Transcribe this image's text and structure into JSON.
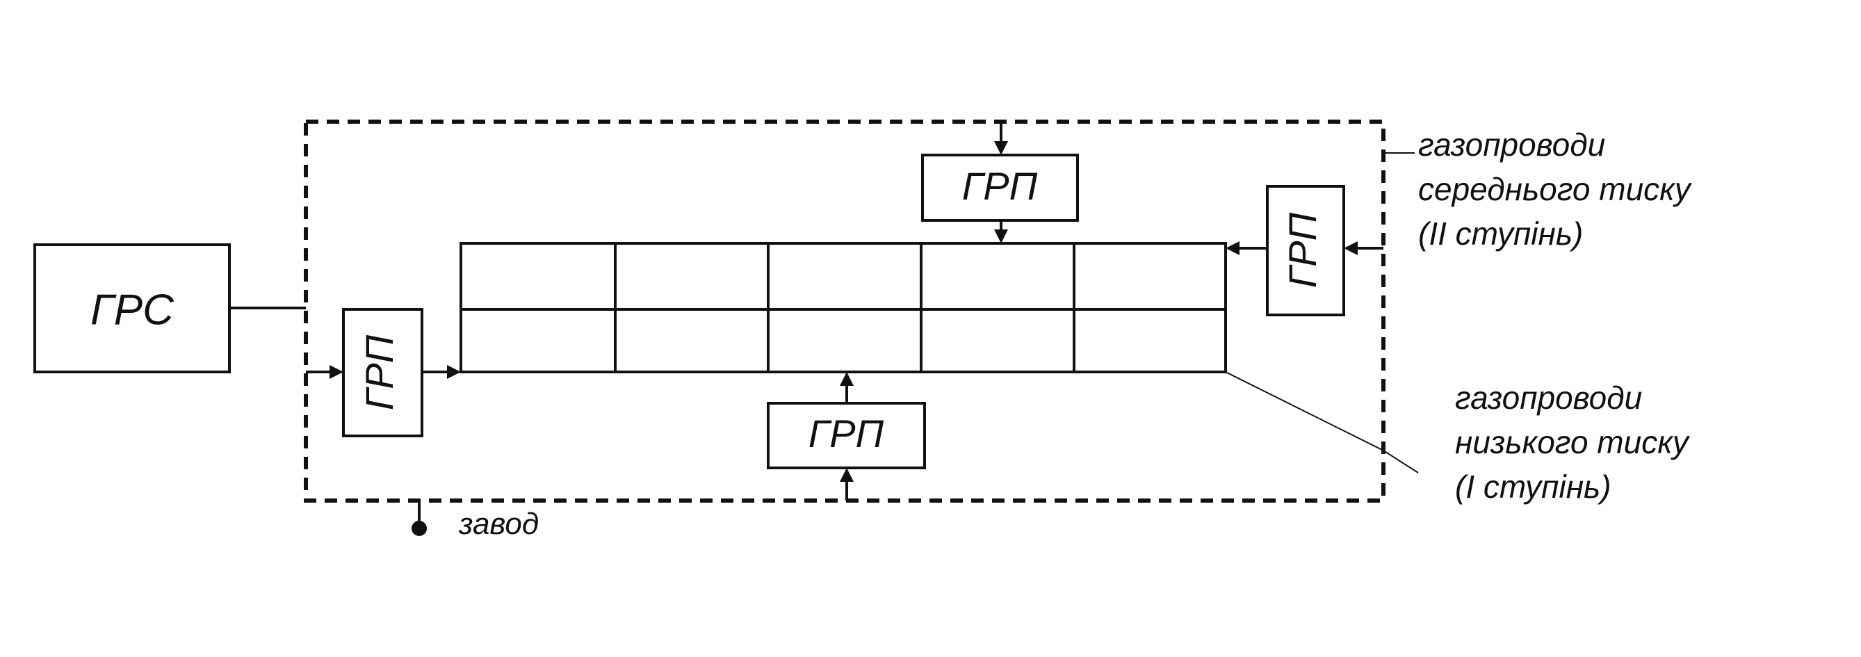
{
  "diagram": {
    "grs_label": "ГРС",
    "grp_label": "ГРП",
    "plant_label": "завод",
    "medium_pressure_label": [
      "газопроводи",
      "середнього тиску",
      "(ІІ ступінь)"
    ],
    "low_pressure_label": [
      "газопроводи",
      "низького тиску",
      "(І  ступінь)"
    ]
  }
}
